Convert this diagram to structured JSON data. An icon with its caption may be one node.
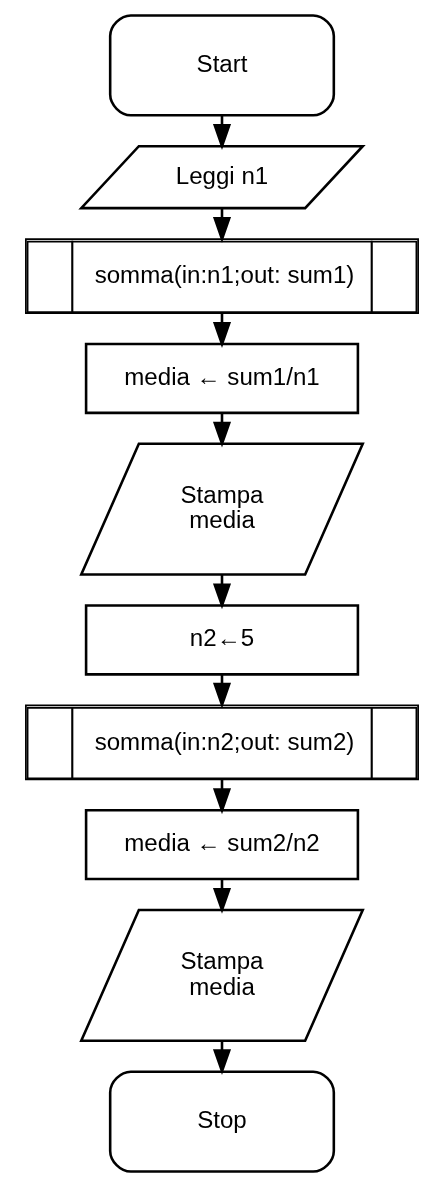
{
  "diagram": {
    "nodes": [
      {
        "text": [
          "Start"
        ]
      },
      {
        "text": [
          "Leggi n1"
        ]
      },
      {
        "text": [
          "somma(in:n1;out: sum1)"
        ]
      },
      {
        "text": [
          "media ← sum1/n1"
        ]
      },
      {
        "text": [
          "Stampa media"
        ]
      },
      {
        "text": [
          "n2←5"
        ]
      },
      {
        "text": [
          "somma(in:n2;out: sum2)"
        ]
      },
      {
        "text": [
          "media ← sum2/n2"
        ]
      },
      {
        "text": [
          "Stampa media"
        ]
      },
      {
        "text": [
          "Stop"
        ]
      }
    ],
    "edges": [
      {
        "from": 0,
        "to": 1,
        "arrow": "to"
      },
      {
        "from": 1,
        "to": 2,
        "arrow": "to"
      },
      {
        "from": 2,
        "to": 3,
        "arrow": "to"
      },
      {
        "from": 3,
        "to": 4,
        "arrow": "to"
      },
      {
        "from": 4,
        "to": 5,
        "arrow": "to"
      },
      {
        "from": 5,
        "to": 6,
        "arrow": "to"
      },
      {
        "from": 6,
        "to": 7,
        "arrow": "to"
      },
      {
        "from": 7,
        "to": 8,
        "arrow": "to"
      },
      {
        "from": 8,
        "to": 9,
        "arrow": "to"
      }
    ]
  }
}
